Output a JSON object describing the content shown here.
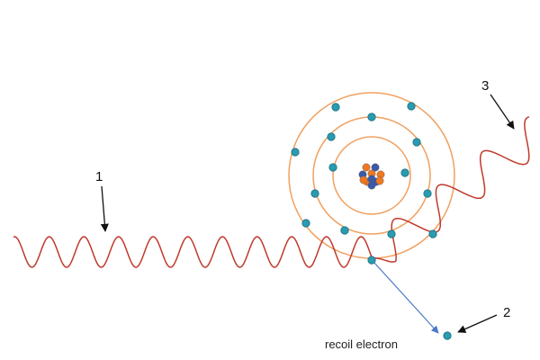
{
  "diagram": {
    "labels": {
      "incident_number": "1",
      "electron_number": "2",
      "scattered_number": "3",
      "recoil_caption": "recoil electron"
    },
    "colors": {
      "wave": "#c0392b",
      "orbit": "#f0a060",
      "electron": "#2a9bb0",
      "electron_edge": "#1a6f80",
      "proton": "#f07820",
      "neutron": "#3b5aa8",
      "recoil_arrow": "#4a78c8",
      "pointer_arrow": "#111111"
    }
  }
}
